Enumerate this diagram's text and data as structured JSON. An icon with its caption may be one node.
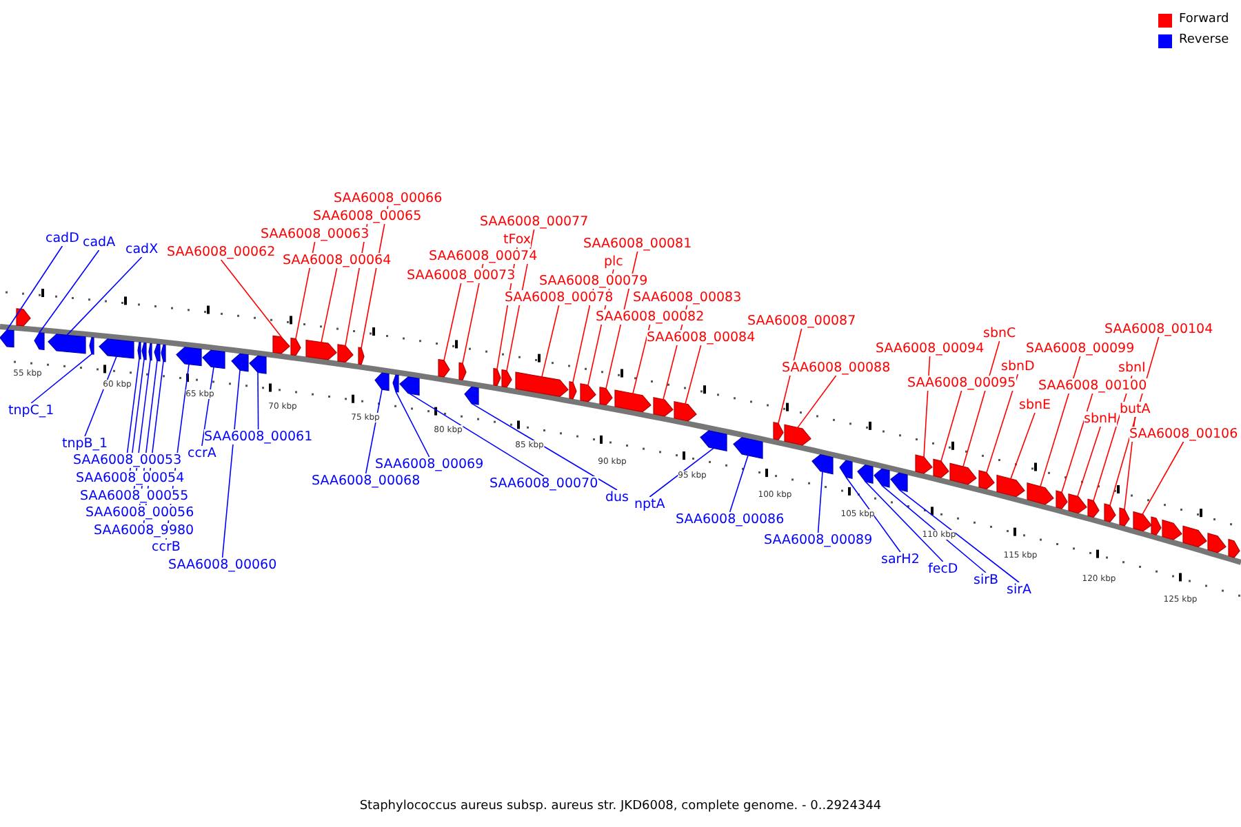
{
  "diagram": {
    "caption": "Staphylococcus aureus subsp. aureus str. JKD6008, complete genome. - 0..2924344",
    "nodes": [
      {
        "text": [],
        "shape": "arrow"
      },
      {
        "text": [],
        "shape": "arrow"
      },
      {
        "text": [],
        "shape": "arrow"
      },
      {
        "text": [],
        "shape": "arrow"
      },
      {
        "text": [],
        "shape": "arrow"
      },
      {
        "text": [],
        "shape": "arrow"
      },
      {
        "text": [],
        "shape": "arrow"
      },
      {
        "text": [],
        "shape": "arrow"
      },
      {
        "text": [],
        "shape": "arrow"
      },
      {
        "text": [],
        "shape": "arrow"
      },
      {
        "text": [],
        "shape": "arrow"
      },
      {
        "text": [],
        "shape": "arrow"
      },
      {
        "text": [],
        "shape": "arrow"
      },
      {
        "text": [],
        "shape": "arrow"
      },
      {
        "text": [],
        "shape": "arrow"
      },
      {
        "text": [],
        "shape": "arrow"
      },
      {
        "text": [],
        "shape": "arrow"
      },
      {
        "text": [],
        "shape": "arrow"
      },
      {
        "text": [],
        "shape": "arrow"
      },
      {
        "text": [],
        "shape": "arrow"
      },
      {
        "text": [],
        "shape": "arrow"
      },
      {
        "text": [],
        "shape": "arrow"
      },
      {
        "text": [],
        "shape": "arrow"
      },
      {
        "text": [],
        "shape": "arrow"
      },
      {
        "text": [],
        "shape": "arrow"
      },
      {
        "text": [],
        "shape": "arrow"
      },
      {
        "text": [],
        "shape": "arrow"
      },
      {
        "text": [],
        "shape": "arrow"
      },
      {
        "text": [],
        "shape": "arrow"
      },
      {
        "text": [],
        "shape": "arrow"
      },
      {
        "text": [],
        "shape": "arrow"
      },
      {
        "text": [],
        "shape": "arrow"
      },
      {
        "text": [],
        "shape": "arrow"
      },
      {
        "text": [],
        "shape": "arrow"
      },
      {
        "text": [],
        "shape": "arrow"
      },
      {
        "text": [],
        "shape": "arrow"
      },
      {
        "text": [],
        "shape": "arrow"
      },
      {
        "text": [],
        "shape": "arrow"
      },
      {
        "text": [],
        "shape": "arrow"
      },
      {
        "text": [],
        "shape": "arrow"
      },
      {
        "text": [],
        "shape": "arrow"
      },
      {
        "text": [],
        "shape": "arrow"
      },
      {
        "text": [],
        "shape": "arrow"
      },
      {
        "text": [],
        "shape": "arrow"
      },
      {
        "text": [],
        "shape": "arrow"
      },
      {
        "text": [],
        "shape": "arrow"
      },
      {
        "text": [],
        "shape": "arrow"
      },
      {
        "text": [],
        "shape": "arrow"
      },
      {
        "text": [],
        "shape": "arrow"
      },
      {
        "text": [],
        "shape": "arrow"
      },
      {
        "text": [],
        "shape": "arrow"
      },
      {
        "text": [],
        "shape": "arrow"
      },
      {
        "text": [],
        "shape": "arrow"
      },
      {
        "text": [],
        "shape": "arrow"
      },
      {
        "text": [],
        "shape": "arrow"
      },
      {
        "text": [],
        "shape": "arrow"
      },
      {
        "text": [],
        "shape": "arrow"
      },
      {
        "text": [],
        "shape": "arrow"
      },
      {
        "text": [],
        "shape": "arrow"
      },
      {
        "text": [],
        "shape": "arrow"
      },
      {
        "text": [],
        "shape": "arrow"
      },
      {
        "text": [
          "cadD"
        ]
      },
      {
        "text": [
          "cadA"
        ]
      },
      {
        "text": [
          "cadX"
        ]
      },
      {
        "text": [
          "tnpC_1"
        ]
      },
      {
        "text": [
          "tnpB_1"
        ]
      },
      {
        "text": [
          "SAA6008_00053"
        ]
      },
      {
        "text": [
          "SAA6008_00054"
        ]
      },
      {
        "text": [
          "SAA6008_00055"
        ]
      },
      {
        "text": [
          "SAA6008_00056"
        ]
      },
      {
        "text": [
          "SAA6008_9980"
        ]
      },
      {
        "text": [
          "ccrB"
        ]
      },
      {
        "text": [
          "ccrA"
        ]
      },
      {
        "text": [
          "SAA6008_00060"
        ]
      },
      {
        "text": [
          "SAA6008_00061"
        ]
      },
      {
        "text": [
          "SAA6008_00062"
        ]
      },
      {
        "text": [
          "SAA6008_00063"
        ]
      },
      {
        "text": [
          "SAA6008_00064"
        ]
      },
      {
        "text": [
          "SAA6008_00065"
        ]
      },
      {
        "text": [
          "SAA6008_00066"
        ]
      },
      {
        "text": [
          "SAA6008_00068"
        ]
      },
      {
        "text": [
          "SAA6008_00069"
        ]
      },
      {
        "text": [
          "SAA6008_00070"
        ]
      },
      {
        "text": [
          "SAA6008_00073"
        ]
      },
      {
        "text": [
          "SAA6008_00074"
        ]
      },
      {
        "text": [
          "dus"
        ]
      },
      {
        "text": [
          "tFox"
        ]
      },
      {
        "text": [
          "SAA6008_00077"
        ]
      },
      {
        "text": [
          "SAA6008_00078"
        ]
      },
      {
        "text": [
          "SAA6008_00079"
        ]
      },
      {
        "text": [
          "plc"
        ]
      },
      {
        "text": [
          "SAA6008_00081"
        ]
      },
      {
        "text": [
          "SAA6008_00082"
        ]
      },
      {
        "text": [
          "SAA6008_00083"
        ]
      },
      {
        "text": [
          "SAA6008_00084"
        ]
      },
      {
        "text": [
          "nptA"
        ]
      },
      {
        "text": [
          "SAA6008_00086"
        ]
      },
      {
        "text": [
          "SAA6008_00087"
        ]
      },
      {
        "text": [
          "SAA6008_00088"
        ]
      },
      {
        "text": [
          "SAA6008_00089"
        ]
      },
      {
        "text": [
          "sarH2"
        ]
      },
      {
        "text": [
          "fecD"
        ]
      },
      {
        "text": [
          "sirB"
        ]
      },
      {
        "text": [
          "sirA"
        ]
      },
      {
        "text": [
          "SAA6008_00094"
        ]
      },
      {
        "text": [
          "SAA6008_00095"
        ]
      },
      {
        "text": [
          "sbnC"
        ]
      },
      {
        "text": [
          "sbnD"
        ]
      },
      {
        "text": [
          "sbnE"
        ]
      },
      {
        "text": [
          "SAA6008_00099"
        ]
      },
      {
        "text": [
          "SAA6008_00100"
        ]
      },
      {
        "text": [
          "sbnH"
        ]
      },
      {
        "text": [
          "sbnI"
        ]
      },
      {
        "text": [
          "SAA6008_00104"
        ]
      },
      {
        "text": [
          "butA"
        ]
      },
      {
        "text": [
          "SAA6008_00106"
        ]
      }
    ],
    "edges": [
      {
        "from": 61,
        "to": 0,
        "arrow": "none",
        "color": "#0000ff"
      },
      {
        "from": 62,
        "to": 2,
        "arrow": "none",
        "color": "#0000ff"
      },
      {
        "from": 63,
        "to": 3,
        "arrow": "none",
        "color": "#0000ff"
      },
      {
        "from": 64,
        "to": 4,
        "arrow": "none",
        "color": "#0000ff"
      },
      {
        "from": 65,
        "to": 5,
        "arrow": "none",
        "color": "#0000ff"
      },
      {
        "from": 66,
        "to": 6,
        "arrow": "none",
        "color": "#0000ff"
      },
      {
        "from": 67,
        "to": 7,
        "arrow": "none",
        "color": "#0000ff"
      },
      {
        "from": 68,
        "to": 8,
        "arrow": "none",
        "color": "#0000ff"
      },
      {
        "from": 69,
        "to": 9,
        "arrow": "none",
        "color": "#0000ff"
      },
      {
        "from": 70,
        "to": 10,
        "arrow": "none",
        "color": "#0000ff"
      },
      {
        "from": 71,
        "to": 11,
        "arrow": "none",
        "color": "#0000ff"
      },
      {
        "from": 72,
        "to": 12,
        "arrow": "none",
        "color": "#0000ff"
      },
      {
        "from": 73,
        "to": 13,
        "arrow": "none",
        "color": "#0000ff"
      },
      {
        "from": 74,
        "to": 14,
        "arrow": "none",
        "color": "#0000ff"
      },
      {
        "from": 75,
        "to": 15,
        "arrow": "none"
      },
      {
        "from": 76,
        "to": 16,
        "arrow": "none"
      },
      {
        "from": 77,
        "to": 17,
        "arrow": "none"
      },
      {
        "from": 78,
        "to": 18,
        "arrow": "none"
      },
      {
        "from": 79,
        "to": 19,
        "arrow": "none"
      },
      {
        "from": 80,
        "to": 20,
        "arrow": "none",
        "color": "#0000ff"
      },
      {
        "from": 81,
        "to": 21,
        "arrow": "none",
        "color": "#0000ff"
      },
      {
        "from": 82,
        "to": 22,
        "arrow": "none",
        "color": "#0000ff"
      },
      {
        "from": 83,
        "to": 23,
        "arrow": "none"
      },
      {
        "from": 84,
        "to": 24,
        "arrow": "none"
      },
      {
        "from": 85,
        "to": 25,
        "arrow": "none",
        "color": "#0000ff"
      },
      {
        "from": 86,
        "to": 26,
        "arrow": "none"
      },
      {
        "from": 87,
        "to": 27,
        "arrow": "none"
      },
      {
        "from": 88,
        "to": 28,
        "arrow": "none"
      },
      {
        "from": 89,
        "to": 29,
        "arrow": "none"
      },
      {
        "from": 90,
        "to": 30,
        "arrow": "none"
      },
      {
        "from": 91,
        "to": 31,
        "arrow": "none"
      },
      {
        "from": 92,
        "to": 32,
        "arrow": "none"
      },
      {
        "from": 93,
        "to": 33,
        "arrow": "none"
      },
      {
        "from": 94,
        "to": 34,
        "arrow": "none"
      },
      {
        "from": 95,
        "to": 35,
        "arrow": "none",
        "color": "#0000ff"
      },
      {
        "from": 96,
        "to": 36,
        "arrow": "none",
        "color": "#0000ff"
      },
      {
        "from": 97,
        "to": 37,
        "arrow": "none"
      },
      {
        "from": 98,
        "to": 38,
        "arrow": "none"
      },
      {
        "from": 99,
        "to": 39,
        "arrow": "none",
        "color": "#0000ff"
      },
      {
        "from": 100,
        "to": 40,
        "arrow": "none",
        "color": "#0000ff"
      },
      {
        "from": 101,
        "to": 41,
        "arrow": "none",
        "color": "#0000ff"
      },
      {
        "from": 102,
        "to": 42,
        "arrow": "none",
        "color": "#0000ff"
      },
      {
        "from": 103,
        "to": 43,
        "arrow": "none",
        "color": "#0000ff"
      },
      {
        "from": 104,
        "to": 44,
        "arrow": "none"
      },
      {
        "from": 105,
        "to": 45,
        "arrow": "none"
      },
      {
        "from": 106,
        "to": 46,
        "arrow": "none"
      },
      {
        "from": 107,
        "to": 47,
        "arrow": "none"
      },
      {
        "from": 108,
        "to": 48,
        "arrow": "none"
      },
      {
        "from": 109,
        "to": 49,
        "arrow": "none"
      },
      {
        "from": 110,
        "to": 50,
        "arrow": "none"
      },
      {
        "from": 111,
        "to": 51,
        "arrow": "none"
      },
      {
        "from": 112,
        "to": 52,
        "arrow": "none"
      },
      {
        "from": 113,
        "to": 53,
        "arrow": "none"
      },
      {
        "from": 114,
        "to": 54,
        "arrow": "none"
      },
      {
        "from": 115,
        "to": 55,
        "arrow": "none"
      }
    ],
    "labels": [
      "55 kbp",
      "60 kbp",
      "65 kbp",
      "70 kbp",
      "75 kbp",
      "80 kbp",
      "85 kbp",
      "90 kbp",
      "95 kbp",
      "100 kbp",
      "105 kbp",
      "110 kbp",
      "115 kbp",
      "120 kbp",
      "125 kbp"
    ],
    "legend": [
      {
        "text": "Forward",
        "color": "#ff0000"
      },
      {
        "text": "Reverse",
        "color": "#0000ff"
      }
    ]
  }
}
